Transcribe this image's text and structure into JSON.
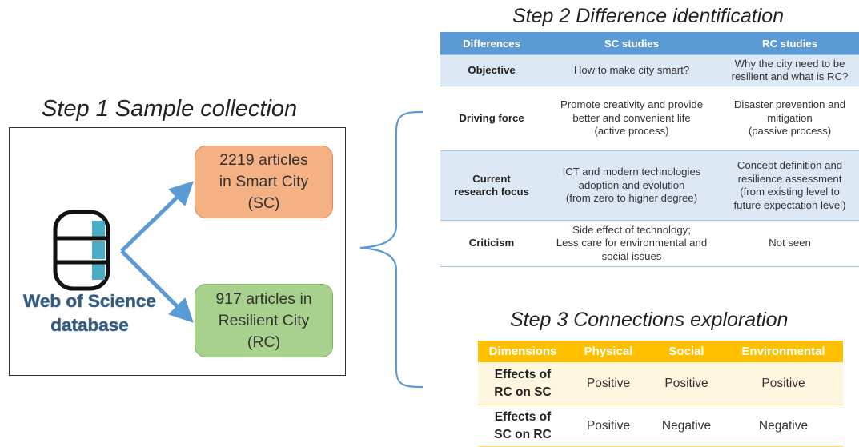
{
  "step1": {
    "title": "Step 1 Sample collection",
    "database_label_line1": "Web of Science",
    "database_label_line2": "database",
    "database_icon": "database-icon",
    "sc_box": {
      "line1": "2219 articles",
      "line2": "in Smart City",
      "line3": "(SC)"
    },
    "rc_box": {
      "line1": "917 articles in",
      "line2": "Resilient City",
      "line3": "(RC)"
    }
  },
  "step2": {
    "title": "Step 2 Difference identification",
    "headers": [
      "Differences",
      "SC studies",
      "RC studies"
    ],
    "rows": [
      {
        "label": [
          "Objective"
        ],
        "sc": [
          "How to make city smart?"
        ],
        "rc": [
          "Why the city need to be",
          "resilient and what is RC?"
        ]
      },
      {
        "label": [
          "Driving force"
        ],
        "sc": [
          "Promote creativity and provide",
          "better and convenient life",
          "(active process)"
        ],
        "rc": [
          "Disaster prevention and",
          "mitigation",
          "(passive process)"
        ]
      },
      {
        "label": [
          "Current",
          "research focus"
        ],
        "sc": [
          "ICT and modern technologies",
          "adoption and evolution",
          "(from zero to higher degree)"
        ],
        "rc": [
          "Concept definition and",
          "resilience assessment",
          "(from existing level to",
          "future expectation level)"
        ]
      },
      {
        "label": [
          "Criticism"
        ],
        "sc": [
          "Side effect of technology;",
          "Less care for environmental and",
          "social issues"
        ],
        "rc": [
          "Not seen"
        ]
      }
    ]
  },
  "step3": {
    "title": "Step 3 Connections exploration",
    "headers": [
      "Dimensions",
      "Physical",
      "Social",
      "Environmental"
    ],
    "rows": [
      {
        "label": [
          "Effects of",
          "RC on SC"
        ],
        "values": [
          "Positive",
          "Positive",
          "Positive"
        ]
      },
      {
        "label": [
          "Effects of",
          "SC on RC"
        ],
        "values": [
          "Positive",
          "Negative",
          "Negative"
        ]
      }
    ]
  },
  "colors": {
    "sc_fill": "#f4b183",
    "rc_fill": "#a9d18e",
    "arrow": "#5b9bd5",
    "diff_header": "#5b9bd5",
    "conn_header": "#ffc000",
    "db_teal": "#4bacc6"
  }
}
